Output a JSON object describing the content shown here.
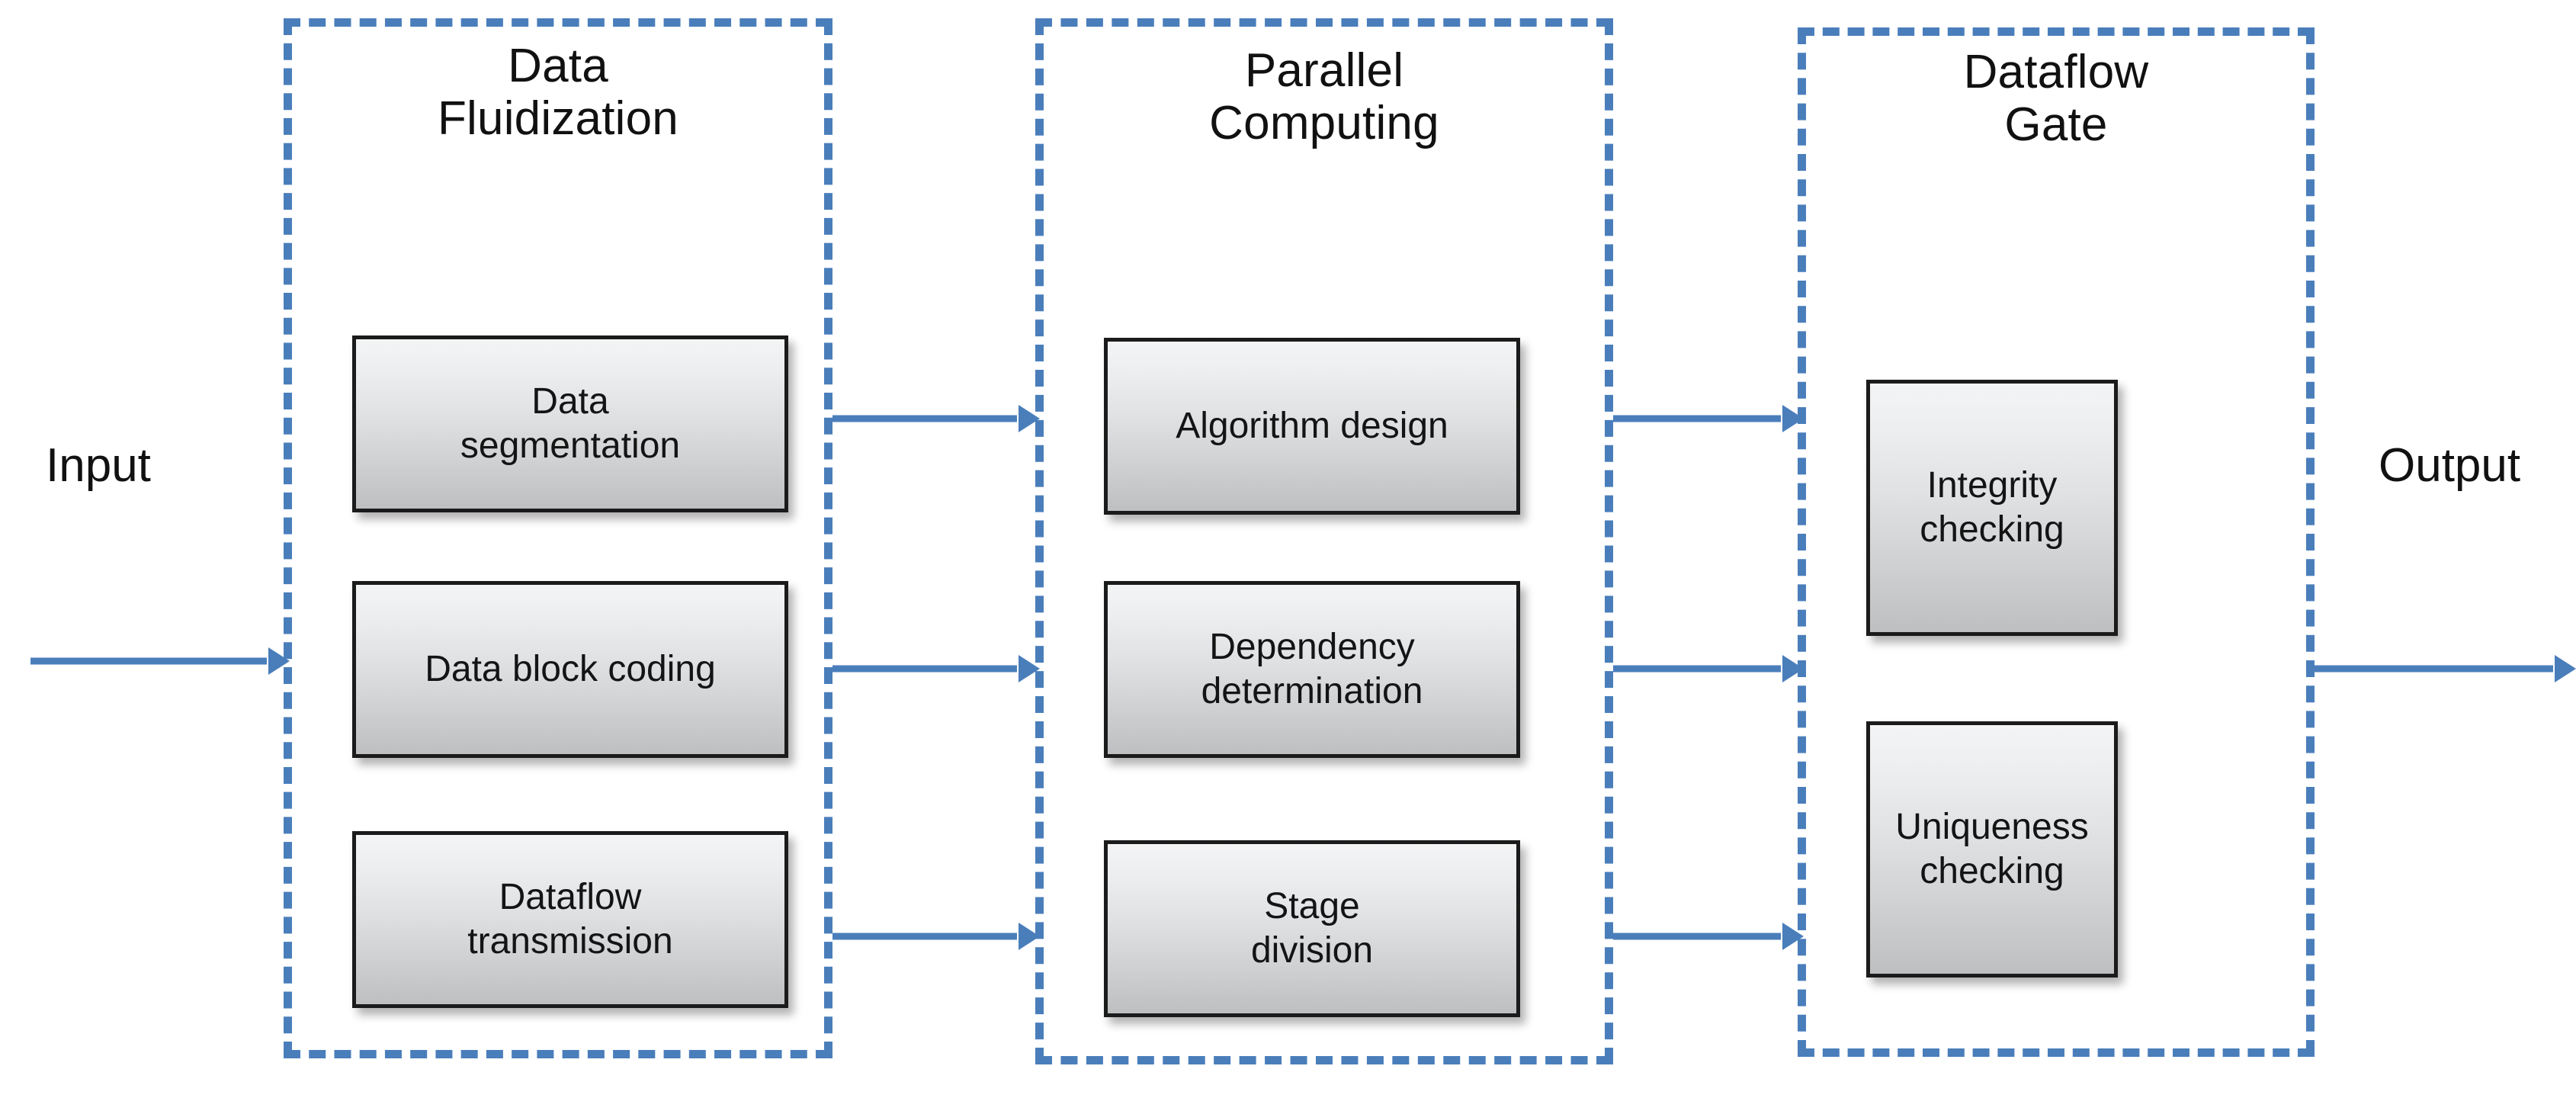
{
  "diagram": {
    "title": "Data processing pipeline block diagram",
    "colors": {
      "accent_blue": "#4a7ebb",
      "box_border": "#1b1b1b",
      "box_fill_top": "#f3f4f5",
      "box_fill_bottom": "#bdbfc1",
      "text": "#111111",
      "background": "#ffffff"
    },
    "io": {
      "input_label": "Input",
      "output_label": "Output"
    },
    "stages": [
      {
        "id": "data-fluidization",
        "title": "Data\nFluidization",
        "boxes": [
          {
            "id": "data-segmentation",
            "label": "Data\nsegmentation"
          },
          {
            "id": "data-block-coding",
            "label": "Data block coding"
          },
          {
            "id": "dataflow-transmission",
            "label": "Dataflow\ntransmission"
          }
        ]
      },
      {
        "id": "parallel-computing",
        "title": "Parallel\nComputing",
        "boxes": [
          {
            "id": "algorithm-design",
            "label": "Algorithm design"
          },
          {
            "id": "dependency-determination",
            "label": "Dependency\ndetermination"
          },
          {
            "id": "stage-division",
            "label": "Stage\ndivision"
          }
        ]
      },
      {
        "id": "dataflow-gate",
        "title": "Dataflow\nGate",
        "boxes": [
          {
            "id": "integrity-checking",
            "label": "Integrity\nchecking"
          },
          {
            "id": "uniqueness-checking",
            "label": "Uniqueness\nchecking"
          }
        ]
      }
    ],
    "connectors": [
      {
        "id": "input-to-stage1",
        "from": "input",
        "to": "data-fluidization"
      },
      {
        "id": "segmentation-to-algorithm",
        "from": "data-segmentation",
        "to": "algorithm-design"
      },
      {
        "id": "blockcoding-to-dependency",
        "from": "data-block-coding",
        "to": "dependency-determination"
      },
      {
        "id": "transmission-to-stage",
        "from": "dataflow-transmission",
        "to": "stage-division"
      },
      {
        "id": "algorithm-to-integrity",
        "from": "algorithm-design",
        "to": "integrity-checking"
      },
      {
        "id": "dependency-to-gate",
        "from": "dependency-determination",
        "to": "dataflow-gate"
      },
      {
        "id": "stage-to-gate",
        "from": "stage-division",
        "to": "dataflow-gate"
      },
      {
        "id": "stage3-to-output",
        "from": "dataflow-gate",
        "to": "output"
      }
    ]
  }
}
